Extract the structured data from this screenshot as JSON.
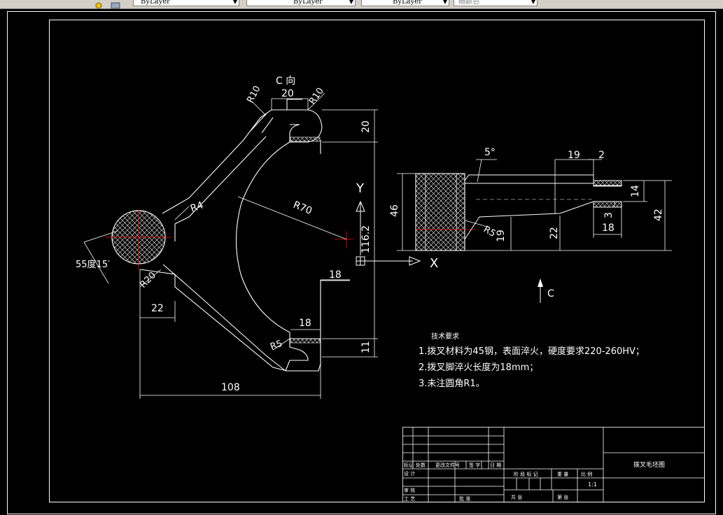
{
  "toolbar": {
    "layer_fields": [
      "ByLayer",
      "ByLayer",
      "ByLayer"
    ],
    "plot_style": "随颜色"
  },
  "drawing": {
    "view_label": "C 向",
    "view_arrow_label": "C",
    "dimensions": {
      "d20_top": "20",
      "d20_right": "20",
      "r10_left": "R10",
      "r10_right": "R10",
      "r4": "R4",
      "r70": "R70",
      "r20": "R20",
      "r5_left": "R5",
      "r5_right": "R5",
      "angle": "55度15′",
      "d22_left": "22",
      "d18_mid": "18",
      "d18_low": "18",
      "d11": "11",
      "d108": "108",
      "d116": "116.2",
      "d46": "46",
      "d5deg": "5°",
      "d19_top": "19",
      "d2": "2",
      "d14": "14",
      "d42": "42",
      "d3": "3",
      "d18_right": "18",
      "d22_right": "22",
      "d19_left": "19"
    },
    "axes": {
      "y": "Y",
      "x": "X"
    },
    "notes": {
      "title": "技术要求",
      "lines": [
        "1.拨叉材料为45钢，表面淬火，硬度要求220-260HV；",
        "2.拨叉脚淬火长度为18mm；",
        "3.未注圆角R1。"
      ]
    },
    "title_block": {
      "drawing_name": "拨叉毛坯图",
      "scale_value": "1:1",
      "cells": [
        "标记",
        "处数",
        "更改文件号",
        "签 字",
        "日 期",
        "设 计",
        "阶 段 标 记",
        "重 量",
        "比 例",
        "审 核",
        "工 艺",
        "批 准",
        "共 张",
        "第 张"
      ]
    }
  }
}
